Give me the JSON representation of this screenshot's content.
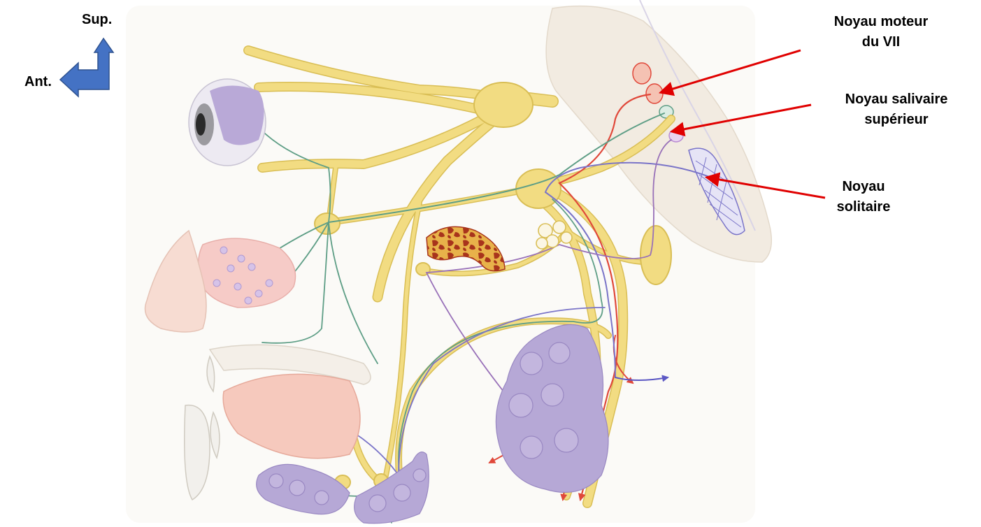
{
  "orientation": {
    "superior": "Sup.",
    "anterior": "Ant.",
    "arrow_color": "#4472C4"
  },
  "labels": {
    "noyau_moteur_line1": "Noyau moteur",
    "noyau_moteur_line2": "du VII",
    "noyau_salivaire_line1": "Noyau salivaire",
    "noyau_salivaire_line2": "supérieur",
    "noyau_solitaire_line1": "Noyau",
    "noyau_solitaire_line2": "solitaire"
  },
  "colors": {
    "nerve": "#F2DC82",
    "nerve_outline": "#D9BE55",
    "motor_fiber": "#E0483A",
    "parasympathetic_fiber": "#5E9E86",
    "sensory_fiber": "#7A74C8",
    "gland": "#B6A8D6",
    "pointer": "#E00000",
    "brainstem": "#F2EBE1"
  }
}
